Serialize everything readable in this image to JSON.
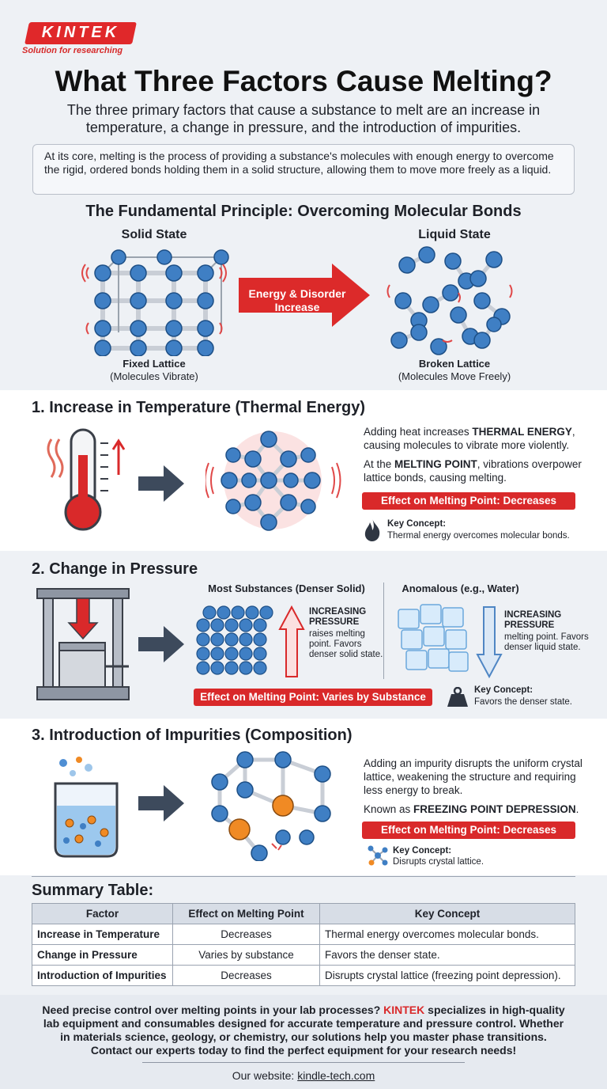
{
  "brand": {
    "logo": "KINTEK",
    "tagline": "Solution for researching"
  },
  "title": "What Three Factors Cause Melting?",
  "subtitle": "The three primary factors that cause a substance to melt are an increase in temperature, a change in pressure, and the introduction of impurities.",
  "intro": "At its core, melting is the process of providing a substance's molecules with enough energy to overcome the rigid, ordered bonds holding them in a solid structure, allowing them to move more freely as a liquid.",
  "principle": {
    "title": "The Fundamental Principle: Overcoming Molecular Bonds",
    "solid": {
      "label": "Solid State",
      "caption1": "Fixed Lattice",
      "caption2": "(Molecules Vibrate)"
    },
    "arrow": "Energy & Disorder Increase",
    "liquid": {
      "label": "Liquid State",
      "caption1": "Broken Lattice",
      "caption2": "(Molecules Move Freely)"
    }
  },
  "temperature": {
    "title": "1. Increase in Temperature (Thermal Energy)",
    "p1_a": "Adding heat increases ",
    "p1_b": "THERMAL ENERGY",
    "p1_c": ", causing molecules to vibrate more violently.",
    "p2_a": "At the ",
    "p2_b": "MELTING POINT",
    "p2_c": ", vibrations overpower lattice bonds, causing melting.",
    "effect": "Effect on Melting Point: Decreases",
    "kc_label": "Key Concept:",
    "kc_text": "Thermal energy overcomes molecular bonds."
  },
  "pressure": {
    "title": "2. Change in Pressure",
    "most_head": "Most Substances (Denser Solid)",
    "most_bold": "INCREASING PRESSURE",
    "most_text": "raises melting point. Favors denser solid state.",
    "anom_head": "Anomalous (e.g., Water)",
    "anom_bold": "INCREASING PRESSURE",
    "anom_text": "melting point. Favors denser liquid state.",
    "effect": "Effect on Melting Point: Varies by Substance",
    "kc_label": "Key Concept:",
    "kc_text": "Favors the denser state."
  },
  "impurities": {
    "title": "3. Introduction of Impurities (Composition)",
    "p1": "Adding an impurity disrupts the uniform crystal lattice, weakening the structure and requiring less energy to break.",
    "p2_a": "Known as ",
    "p2_b": "FREEZING POINT DEPRESSION",
    "p2_c": ".",
    "effect": "Effect on Melting Point: Decreases",
    "kc_label": "Key Concept:",
    "kc_text": "Disrupts crystal lattice."
  },
  "summary": {
    "title": "Summary Table:",
    "headers": [
      "Factor",
      "Effect on Melting Point",
      "Key Concept"
    ],
    "rows": [
      [
        "Increase in Temperature",
        "Decreases",
        "Thermal energy overcomes molecular bonds."
      ],
      [
        "Change in Pressure",
        "Varies by substance",
        "Favors the denser state."
      ],
      [
        "Introduction of Impurities",
        "Decreases",
        "Disrupts crystal lattice (freezing point depression)."
      ]
    ]
  },
  "footer": {
    "a": "Need precise control over melting points in your lab processes? ",
    "brand": "KINTEK",
    "b": " specializes in high-quality lab equipment and consumables designed for accurate temperature and pressure control. Whether in materials science, geology, or chemistry, our solutions help you master phase transitions. Contact our experts today to find the perfect equipment for your research needs!",
    "website_label": "Our website: ",
    "website": "kindle-tech.com"
  },
  "colors": {
    "accent": "#d9292a",
    "molecule": "#3f7fc4",
    "arrow_dark": "#3d4a5c",
    "impurity": "#f08a24"
  }
}
